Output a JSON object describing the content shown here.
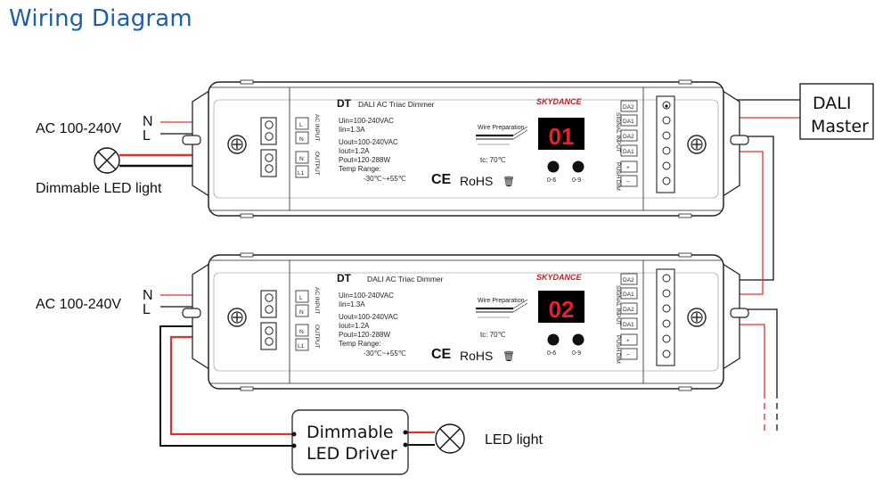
{
  "title": "Wiring Diagram",
  "left_labels": {
    "ac_top": "AC 100-240V",
    "ac_bottom": "AC 100-240V",
    "n": "N",
    "l": "L",
    "dimmable_led_light": "Dimmable LED light"
  },
  "dali_master": {
    "line1": "DALI",
    "line2": "Master"
  },
  "driver_box": {
    "line1": "Dimmable",
    "line2": "LED Driver"
  },
  "led_light": "LED light",
  "device": {
    "model": "DT",
    "name": "DALI AC Triac Dimmer",
    "brand": "SKYDANCE",
    "uin": "Uin=100-240VAC",
    "iin": "Iin=1.3A",
    "uout": "Uout=100-240VAC",
    "iout": "Iout=1.2A",
    "pout": "Pout=120-288W",
    "temp_range_label": "Temp Range:",
    "temp_range": "-30℃~+55℃",
    "tc": "tc: 70℃",
    "ce": "CE",
    "rohs": "RoHS",
    "knob_left": "0-6",
    "knob_right": "0-9",
    "input_terminals": [
      "L",
      "N"
    ],
    "output_terminals": [
      "N",
      "L1"
    ],
    "input_side": "AC INPUT",
    "output_side": "OUTPUT",
    "signal_terminals": [
      "DA2",
      "DA1",
      "DA2",
      "DA1"
    ],
    "push_terminals": [
      "+",
      "−"
    ],
    "signal_input_label": "SIGNAL INPUT",
    "push_dim_label": "PUSH DIM",
    "wire_prep": "Wire Preparation"
  },
  "displays": [
    "01",
    "02"
  ],
  "colors": {
    "title": "#1f5fa8",
    "live_wire": "#e0312f",
    "neutral_wire": "#111111",
    "outline": "#222222",
    "display_bg": "#000000",
    "display_digit": "#e8202a",
    "brand": "#c61d23"
  }
}
